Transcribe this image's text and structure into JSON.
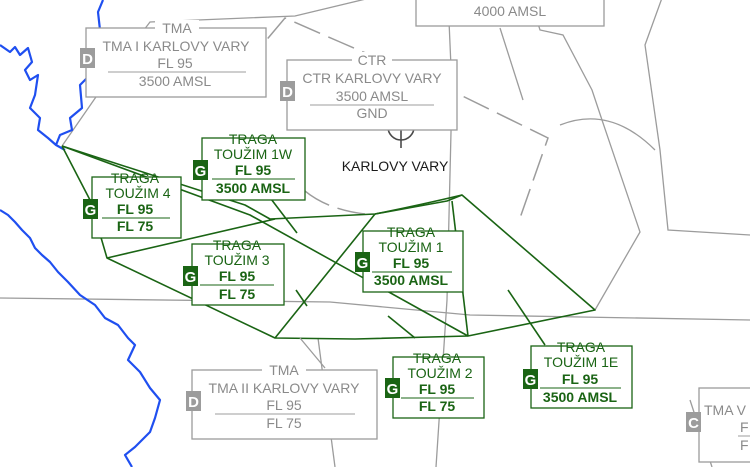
{
  "colors": {
    "background": "#ffffff",
    "tra_green": "#1a6414",
    "tra_fill": "#1a6414",
    "grey_line": "#9c9c9c",
    "grey_text": "#8a8a8a",
    "river": "#1f4ff0",
    "dark_text": "#1a1a1a"
  },
  "top_box": {
    "altitude": "4000 AMSL"
  },
  "tma1": {
    "header": "TMA",
    "name": "TMA I KARLOVY VARY",
    "upper": "FL 95",
    "lower": "3500 AMSL",
    "class": "D"
  },
  "ctr": {
    "header": "CTR",
    "name": "CTR KARLOVY VARY",
    "upper": "3500 AMSL",
    "lower": "GND",
    "class": "D"
  },
  "tma2": {
    "header": "TMA",
    "name": "TMA II KARLOVY VARY",
    "upper": "FL 95",
    "lower": "FL 75",
    "class": "D"
  },
  "tma_right": {
    "name": "TMA V",
    "upper": "F",
    "lower": "F",
    "class": "C"
  },
  "aerodrome": {
    "name": "KARLOVY VARY",
    "icon": "aerodrome-symbol-icon"
  },
  "tras": [
    {
      "line1": "TRAGA",
      "line2": "TOUŽIM 1W",
      "upper": "FL 95",
      "lower": "3500 AMSL",
      "class": "G"
    },
    {
      "line1": "TRAGA",
      "line2": "TOUŽIM 4",
      "upper": "FL 95",
      "lower": "FL 75",
      "class": "G"
    },
    {
      "line1": "TRAGA",
      "line2": "TOUŽIM 3",
      "upper": "FL 95",
      "lower": "FL 75",
      "class": "G"
    },
    {
      "line1": "TRAGA",
      "line2": "TOUŽIM 1",
      "upper": "FL 95",
      "lower": "3500 AMSL",
      "class": "G"
    },
    {
      "line1": "TRAGA",
      "line2": "TOUŽIM 2",
      "upper": "FL 95",
      "lower": "FL 75",
      "class": "G"
    },
    {
      "line1": "TRAGA",
      "line2": "TOUŽIM 1E",
      "upper": "FL 95",
      "lower": "3500 AMSL",
      "class": "G"
    }
  ]
}
